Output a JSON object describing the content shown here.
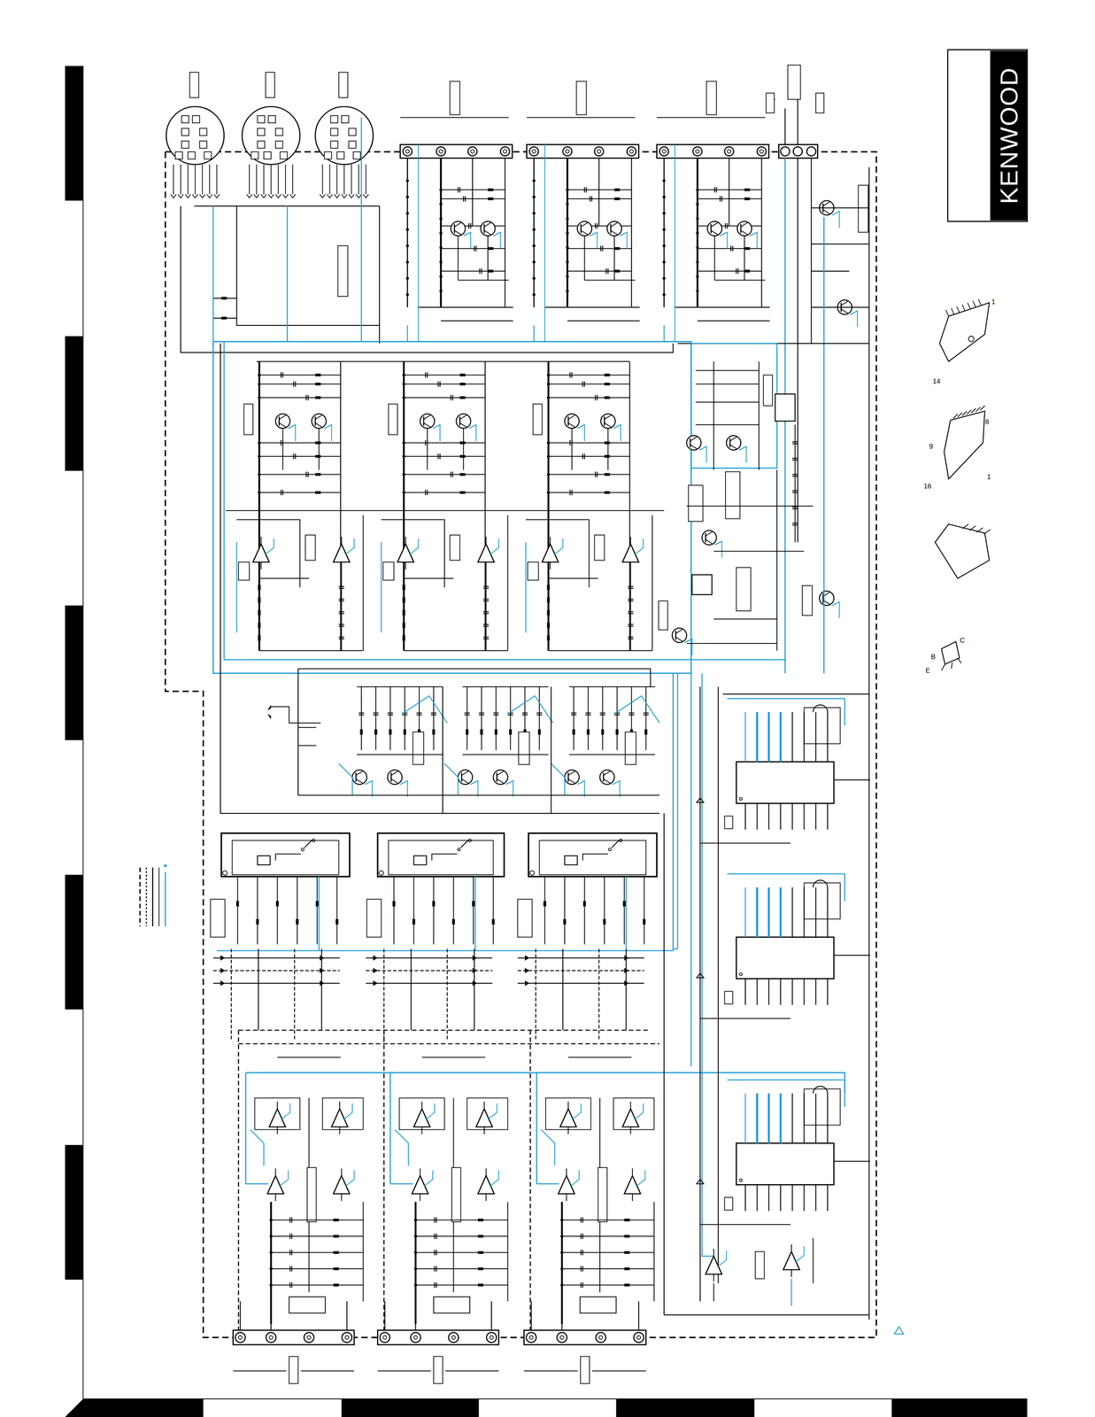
{
  "diagram": {
    "nodes": [
      {
        "text": [
          "KENWOOD"
        ]
      }
    ],
    "labels": [
      "B",
      "E",
      "C",
      "9",
      "16",
      "8",
      "1",
      "14",
      "1"
    ]
  }
}
